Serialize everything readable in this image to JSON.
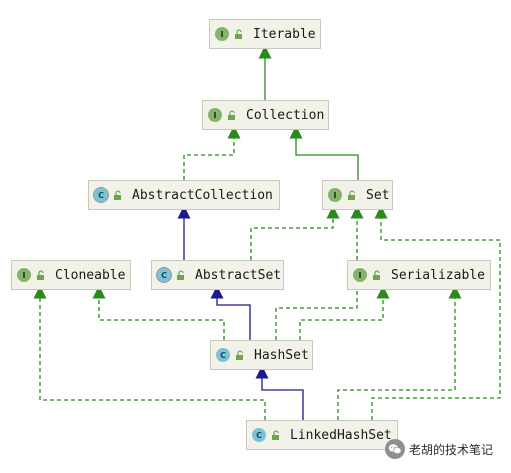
{
  "diagram": {
    "nodes": {
      "iterable": {
        "label": "Iterable",
        "badge": "I",
        "kind": "interface"
      },
      "collection": {
        "label": "Collection",
        "badge": "I",
        "kind": "interface"
      },
      "abstract_collection": {
        "label": "AbstractCollection",
        "badge": "C",
        "kind": "abstract-class"
      },
      "set": {
        "label": "Set",
        "badge": "I",
        "kind": "interface"
      },
      "cloneable": {
        "label": "Cloneable",
        "badge": "I",
        "kind": "interface"
      },
      "abstract_set": {
        "label": "AbstractSet",
        "badge": "C",
        "kind": "abstract-class"
      },
      "serializable": {
        "label": "Serializable",
        "badge": "I",
        "kind": "interface"
      },
      "hash_set": {
        "label": "HashSet",
        "badge": "C",
        "kind": "class"
      },
      "linked_hash_set": {
        "label": "LinkedHashSet",
        "badge": "C",
        "kind": "class"
      }
    },
    "edges": [
      {
        "from": "collection",
        "to": "iterable",
        "type": "extends-interface"
      },
      {
        "from": "abstract_collection",
        "to": "collection",
        "type": "implements"
      },
      {
        "from": "set",
        "to": "collection",
        "type": "extends-interface"
      },
      {
        "from": "abstract_set",
        "to": "abstract_collection",
        "type": "extends-class"
      },
      {
        "from": "abstract_set",
        "to": "set",
        "type": "implements"
      },
      {
        "from": "hash_set",
        "to": "abstract_set",
        "type": "extends-class"
      },
      {
        "from": "hash_set",
        "to": "set",
        "type": "implements"
      },
      {
        "from": "hash_set",
        "to": "cloneable",
        "type": "implements"
      },
      {
        "from": "hash_set",
        "to": "serializable",
        "type": "implements"
      },
      {
        "from": "linked_hash_set",
        "to": "hash_set",
        "type": "extends-class"
      },
      {
        "from": "linked_hash_set",
        "to": "cloneable",
        "type": "implements"
      },
      {
        "from": "linked_hash_set",
        "to": "serializable",
        "type": "implements"
      },
      {
        "from": "linked_hash_set",
        "to": "set",
        "type": "implements"
      }
    ],
    "colors": {
      "interface_edge": "#2a8a1e",
      "class_edge": "#1b1b8c",
      "node_fill": "#f2f2e8",
      "node_border": "#c8c8bc"
    }
  },
  "watermark": {
    "text": "老胡的技术笔记",
    "icon": "wechat-logo"
  }
}
